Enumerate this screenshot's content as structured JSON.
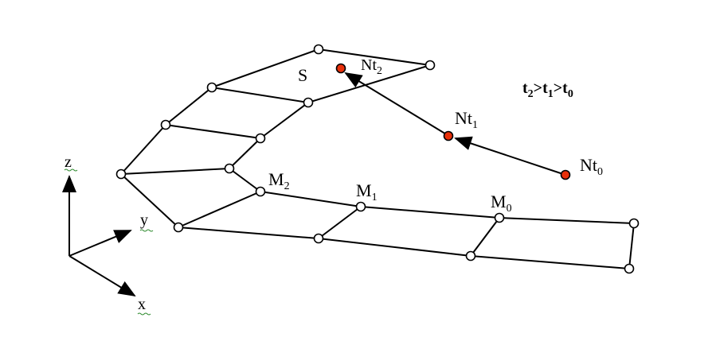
{
  "surface_label": "S",
  "point_labels": {
    "m2": {
      "base": "M",
      "sub": "2"
    },
    "m1": {
      "base": "M",
      "sub": "1"
    },
    "m0": {
      "base": "M",
      "sub": "0"
    }
  },
  "trajectory_labels": {
    "nt0": {
      "base": "Nt",
      "sub": "0"
    },
    "nt1": {
      "base": "Nt",
      "sub": "1"
    },
    "nt2": {
      "base": "Nt",
      "sub": "2"
    }
  },
  "time_order": {
    "t": "t",
    "s2": "2",
    "s1": "1",
    "s0": "0",
    "gt": ">"
  },
  "axes": {
    "z": "z",
    "y": "y",
    "x": "x"
  },
  "colors": {
    "red_point": "#e8300a",
    "line": "#000000",
    "underline": "#2e8b2e"
  }
}
